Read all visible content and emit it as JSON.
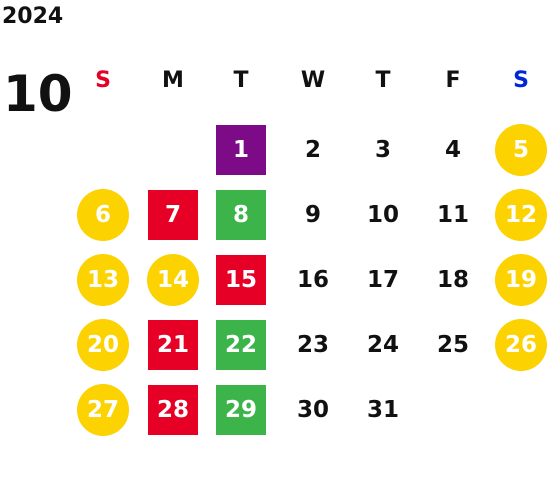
{
  "calendar": {
    "year": "2024",
    "month": "10",
    "weekdays": [
      "S",
      "M",
      "T",
      "W",
      "T",
      "F",
      "S"
    ],
    "weekday_colors": [
      "#e60026",
      "#111111",
      "#111111",
      "#111111",
      "#111111",
      "#111111",
      "#0026d9"
    ],
    "first_weekday_index": 2,
    "days_in_month": 31,
    "highlights": {
      "weekend": {
        "color": "#fcd200",
        "shape": "circle",
        "days": [
          5,
          6,
          12,
          13,
          14,
          19,
          20,
          26,
          27
        ]
      },
      "red": {
        "color": "#e60026",
        "shape": "square",
        "days": [
          7,
          15,
          21,
          28
        ]
      },
      "green": {
        "color": "#3db449",
        "shape": "square",
        "days": [
          8,
          22,
          29
        ]
      },
      "purple": {
        "color": "#7d0b87",
        "shape": "square",
        "days": [
          1
        ]
      }
    }
  }
}
